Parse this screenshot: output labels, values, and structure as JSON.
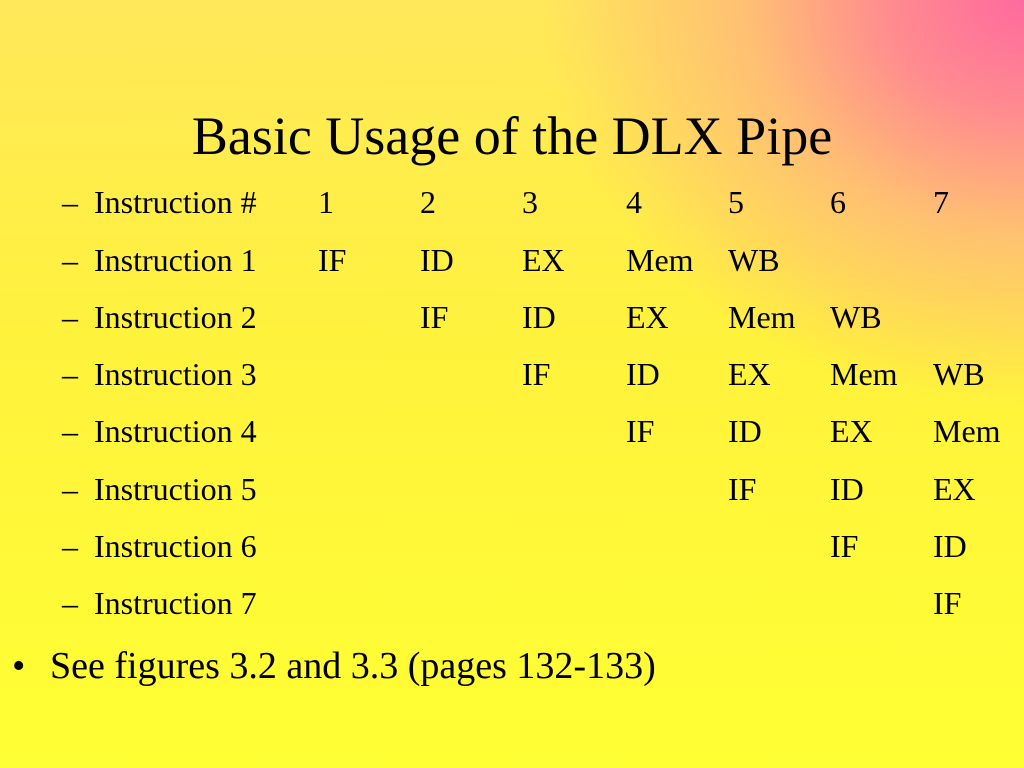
{
  "slide": {
    "title": "Basic Usage of the DLX Pipe",
    "dash": "–",
    "header_row": {
      "label": "Instruction #",
      "cells": [
        "1",
        "2",
        "3",
        "4",
        "5",
        "6",
        "7"
      ]
    },
    "rows": [
      {
        "label": "Instruction 1",
        "cells": [
          "IF",
          "ID",
          "EX",
          "Mem",
          "WB",
          "",
          ""
        ]
      },
      {
        "label": "Instruction 2",
        "cells": [
          "",
          "IF",
          "ID",
          "EX",
          "Mem",
          "WB",
          ""
        ]
      },
      {
        "label": "Instruction 3",
        "cells": [
          "",
          "",
          "IF",
          "ID",
          "EX",
          "Mem",
          "WB"
        ]
      },
      {
        "label": "Instruction 4",
        "cells": [
          "",
          "",
          "",
          "IF",
          "ID",
          "EX",
          "Mem"
        ]
      },
      {
        "label": "Instruction 5",
        "cells": [
          "",
          "",
          "",
          "",
          "IF",
          "ID",
          "EX"
        ]
      },
      {
        "label": "Instruction 6",
        "cells": [
          "",
          "",
          "",
          "",
          "",
          "IF",
          "ID"
        ]
      },
      {
        "label": "Instruction 7",
        "cells": [
          "",
          "",
          "",
          "",
          "",
          "",
          "IF"
        ]
      }
    ],
    "bullet": {
      "marker": "•",
      "text": "See figures 3.2 and 3.3 (pages 132-133)"
    }
  }
}
